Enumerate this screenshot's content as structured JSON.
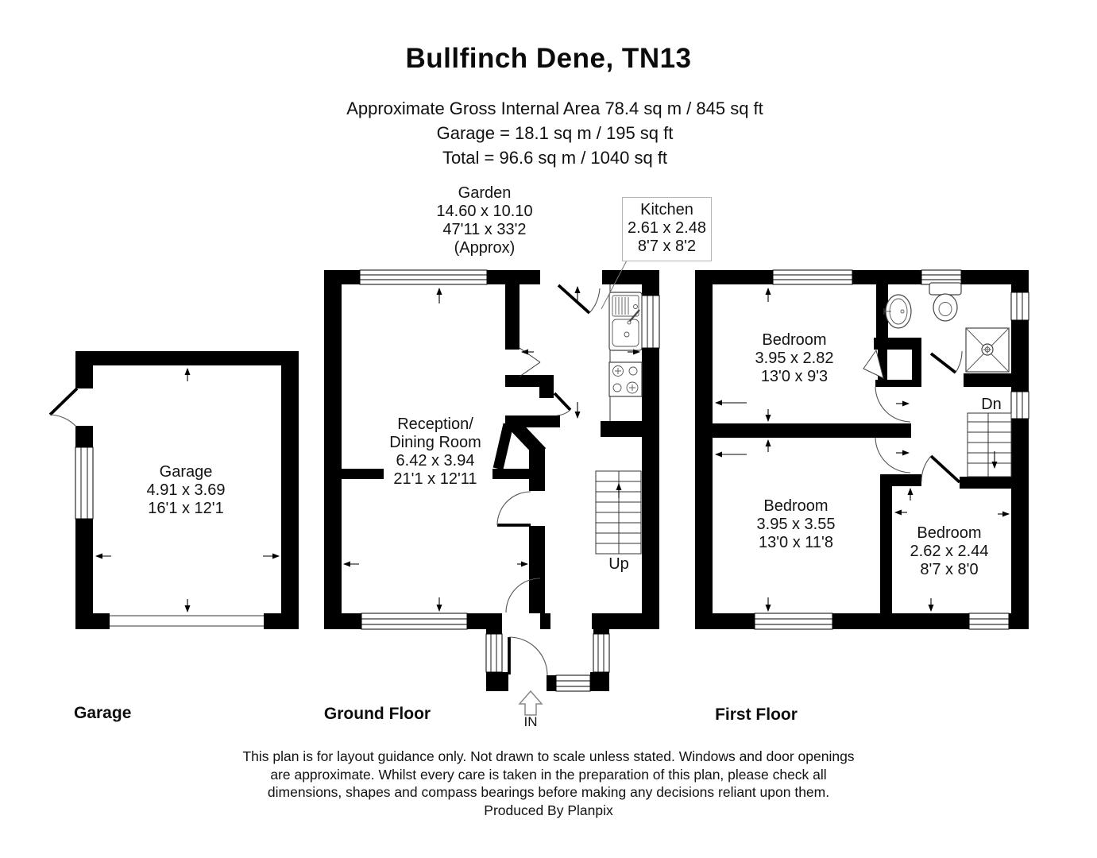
{
  "colors": {
    "wall": "#000000",
    "background": "#ffffff",
    "text": "#111111",
    "door_arc": "#555555",
    "callout_border": "#b5b5b5"
  },
  "header": {
    "title": "Bullfinch Dene, TN13",
    "area_lines": [
      "Approximate Gross Internal Area 78.4 sq m / 845 sq ft",
      "Garage = 18.1 sq m / 195 sq ft",
      "Total =  96.6 sq m / 1040 sq ft"
    ]
  },
  "garden_label": {
    "title": "Garden",
    "metric": "14.60 x 10.10",
    "imperial": "47'11 x 33'2",
    "note": "(Approx)"
  },
  "kitchen_callout": {
    "title": "Kitchen",
    "metric": "2.61 x 2.48",
    "imperial": "8'7 x 8'2"
  },
  "rooms": {
    "garage": {
      "title": "Garage",
      "metric": "4.91 x 3.69",
      "imperial": "16'1 x 12'1"
    },
    "reception": {
      "title_line1": "Reception/",
      "title_line2": "Dining Room",
      "metric": "6.42 x 3.94",
      "imperial": "21'1 x 12'11"
    },
    "bedroom1": {
      "title": "Bedroom",
      "metric": "3.95 x 2.82",
      "imperial": "13'0 x 9'3"
    },
    "bedroom2": {
      "title": "Bedroom",
      "metric": "3.95 x 3.55",
      "imperial": "13'0 x 11'8"
    },
    "bedroom3": {
      "title": "Bedroom",
      "metric": "2.62 x 2.44",
      "imperial": "8'7 x 8'0"
    }
  },
  "stairs": {
    "up_label": "Up",
    "down_label": "Dn"
  },
  "entrance": {
    "in_label": "IN"
  },
  "floor_labels": {
    "garage": "Garage",
    "ground": "Ground Floor",
    "first": "First Floor"
  },
  "footer": {
    "disclaimer_lines": [
      "This plan is for layout guidance only. Not drawn to scale unless stated. Windows and door openings",
      "are approximate. Whilst every care is taken in the preparation of this plan, please check all",
      "dimensions, shapes and compass bearings before making any decisions reliant upon them."
    ],
    "credit": "Produced By Planpix"
  }
}
